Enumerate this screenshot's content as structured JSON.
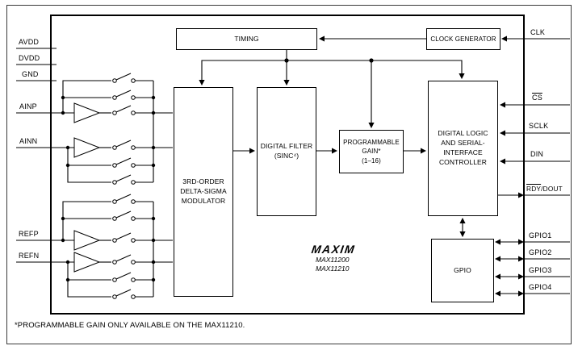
{
  "diagram": {
    "footnote": "*PROGRAMMABLE GAIN ONLY AVAILABLE ON THE MAX11210."
  },
  "logo": {
    "brand": "MAXIM",
    "part1": "MAX11200",
    "part2": "MAX11210"
  },
  "blocks": {
    "timing": "TIMING",
    "clock_generator": "CLOCK GENERATOR",
    "modulator": "3RD-ORDER\nDELTA-SIGMA\nMODULATOR",
    "digital_filter": "DIGITAL FILTER\n(SINC⁴)",
    "programmable_gain": "PROGRAMMABLE\nGAIN*\n(1–16)",
    "digital_logic": "DIGITAL LOGIC\nAND SERIAL-\nINTERFACE\nCONTROLLER",
    "gpio": "GPIO"
  },
  "pins": {
    "avdd": "AVDD",
    "dvdd": "DVDD",
    "gnd": "GND",
    "ainp": "AINP",
    "ainn": "AINN",
    "refp": "REFP",
    "refn": "REFN",
    "clk": "CLK",
    "cs": "CS",
    "sclk": "SCLK",
    "din": "DIN",
    "rdy": "RDY",
    "dout": "/DOUT",
    "gpio1": "GPIO1",
    "gpio2": "GPIO2",
    "gpio3": "GPIO3",
    "gpio4": "GPIO4"
  }
}
